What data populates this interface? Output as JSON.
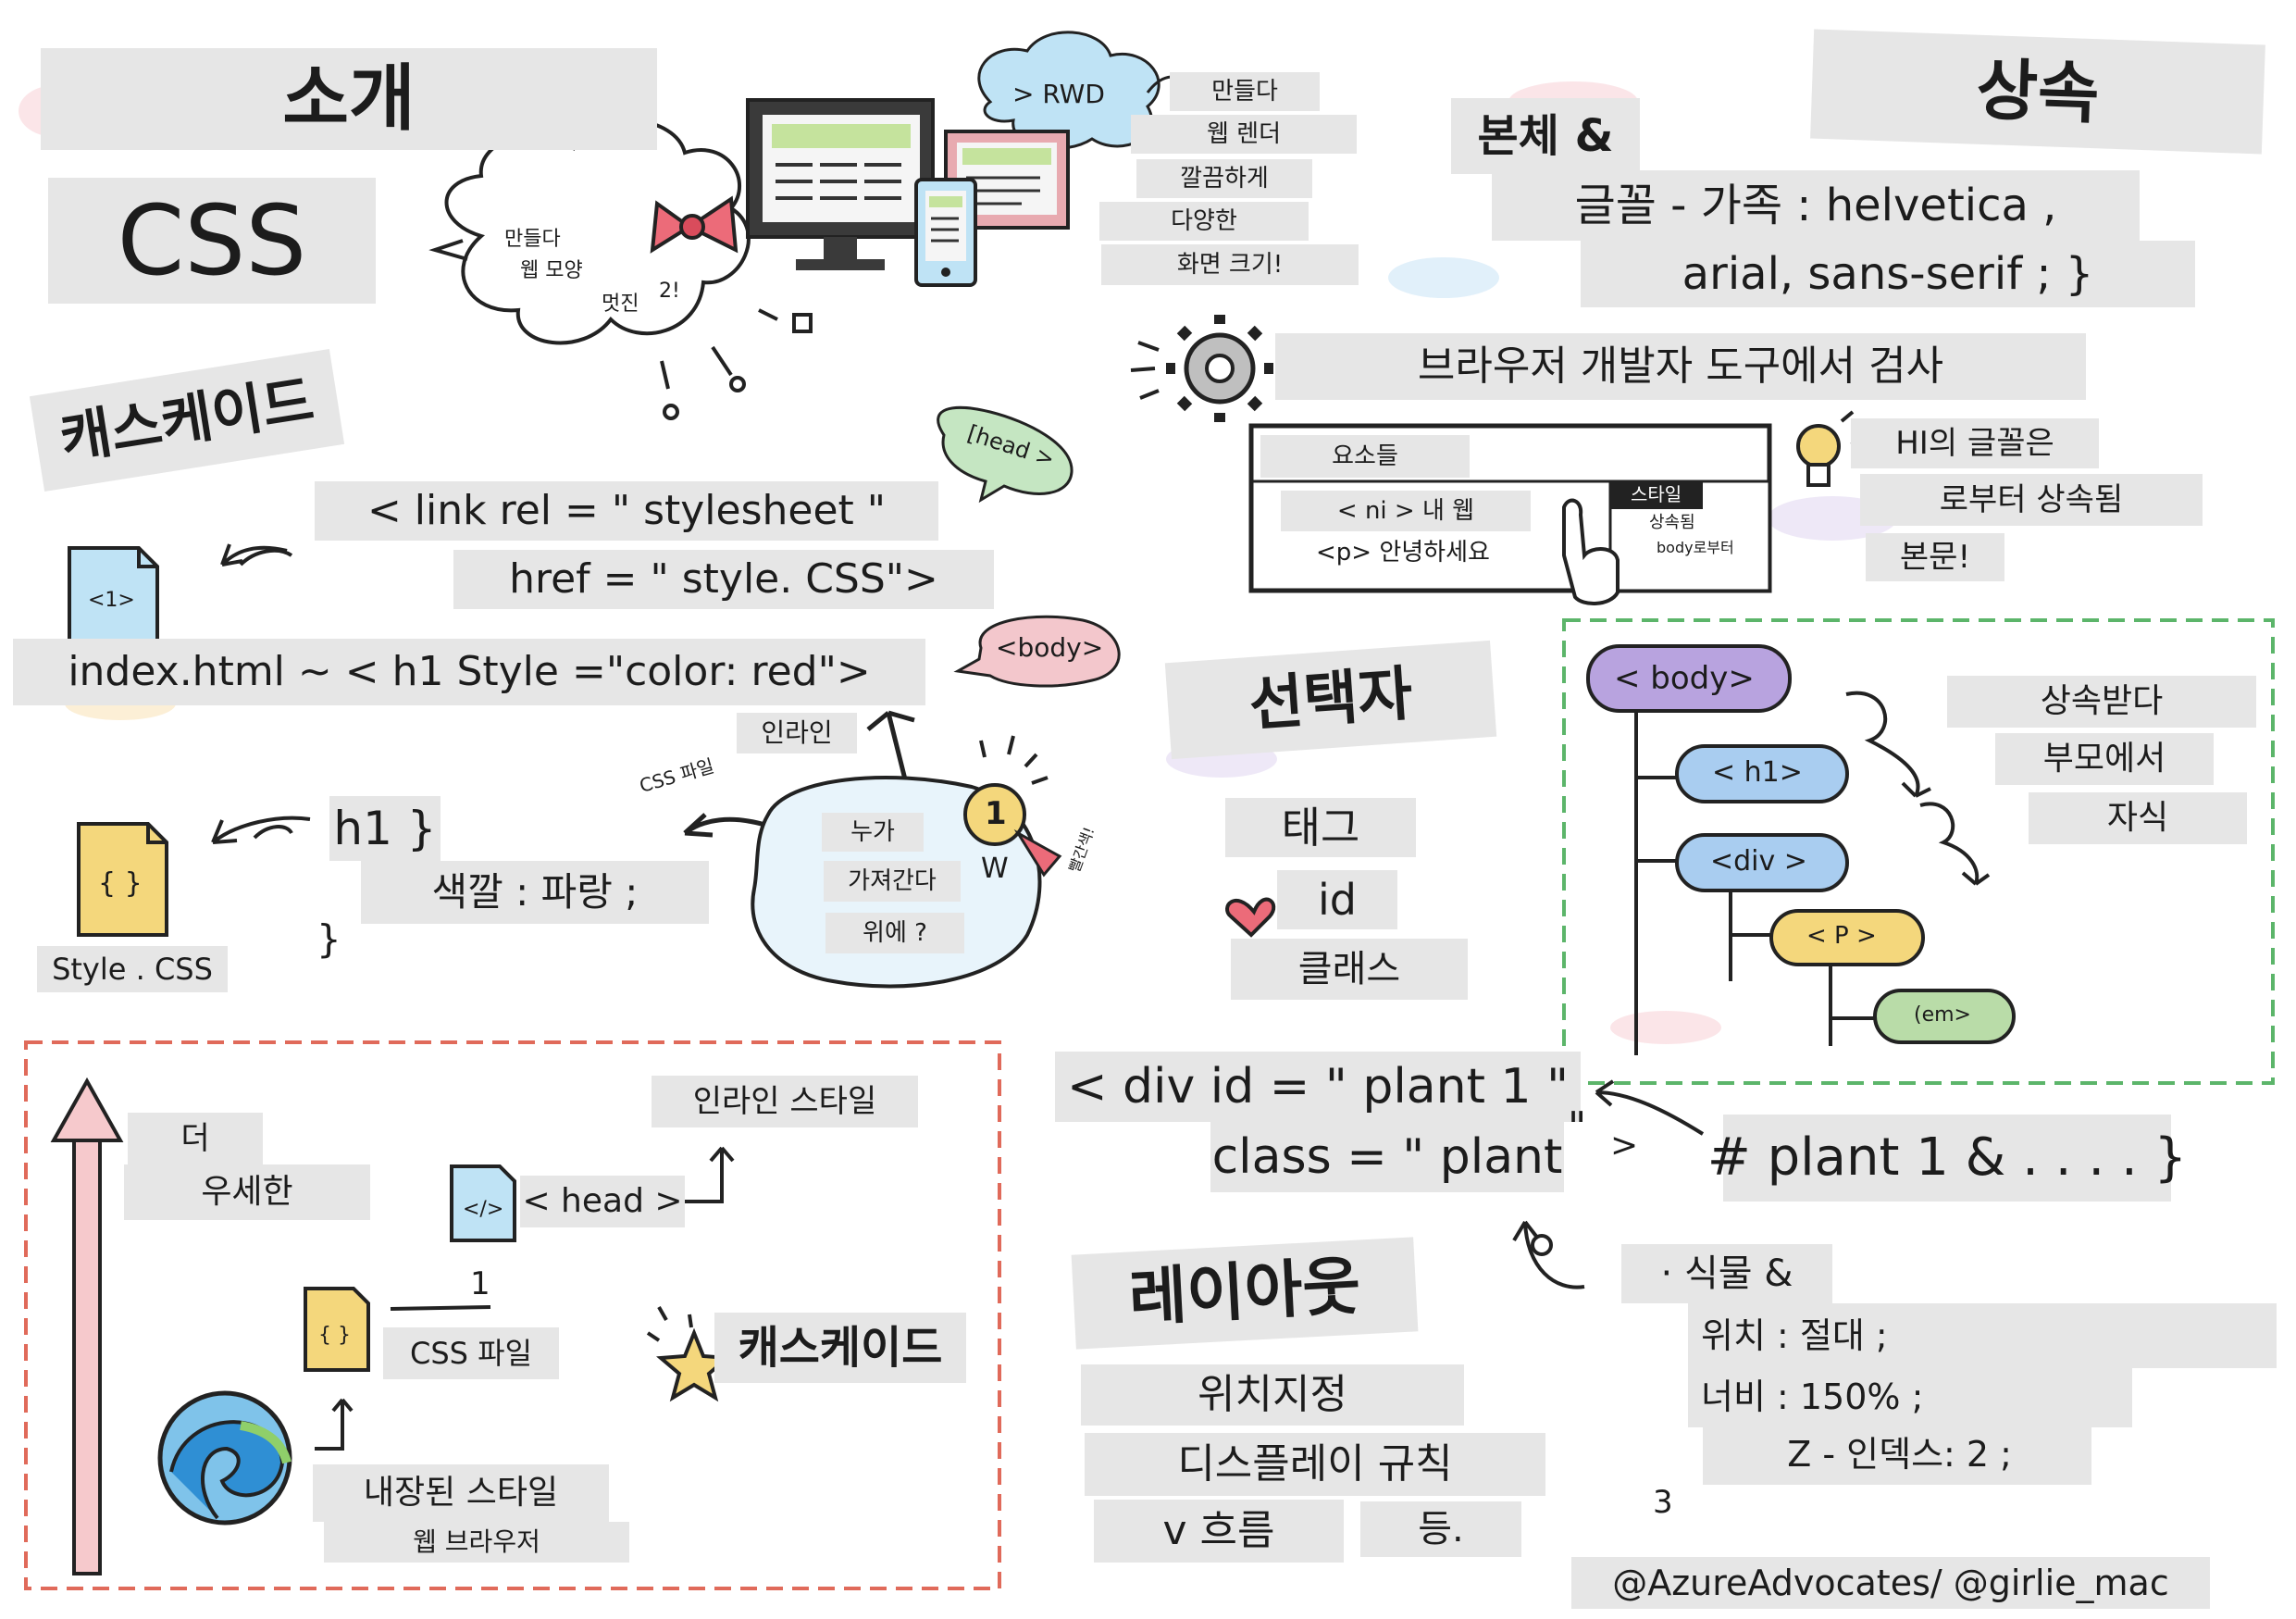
{
  "colors": {
    "tape": "#e6e6e6",
    "intro_frame": "#e06a5a",
    "inherit_frame": "#5cb56a",
    "arrow_fill": "#f6c9cc",
    "body_node": "#b8a3df",
    "h1_node": "#a9cdf0",
    "div_node": "#a9cdf0",
    "p_node": "#f4d77c",
    "em_node": "#b9dca8",
    "bow": "#ec6b79",
    "cloud": "#bfe3f5",
    "screen": "#c5e39d"
  },
  "icons": [
    "file-icon",
    "css-file-icon",
    "html-file-icon",
    "gear-icon",
    "lightbulb-icon",
    "browser-logo-icon",
    "star-icon",
    "heart-icon",
    "medal-icon",
    "bow-icon",
    "monitor-icon",
    "phone-icon",
    "pointing-hand-icon",
    "arrow-icon"
  ],
  "intro": {
    "title": "소개",
    "subtitle": "CSS",
    "cloud_lines": [
      "만들다",
      "웹 모양",
      "멋진",
      "2!"
    ],
    "rwd_tag": "> RWD",
    "rwd_lines": [
      "만들다",
      "웹 렌더",
      "깔끔하게",
      "다양한",
      "화면 크기!"
    ]
  },
  "cascade": {
    "title": "캐스케이드",
    "head_bubble": "[head >",
    "link_line1": "< link rel = \" stylesheet \"",
    "link_line2": "href = \" style. CSS\">",
    "file_badge": "<1>",
    "index_line": "index.html ~ < h1 Style =\"color: red\">",
    "body_bubble": "<body>",
    "inline_label": "인라인",
    "css_file_label": "CSS 파일",
    "who_wins": [
      "누가",
      "가져간다",
      "위에 ?"
    ],
    "medal_number": "1",
    "winner_letter": "W",
    "ribbon_text": "빨간색!",
    "h1_rule": "h1 }",
    "color_rule": "색깔 : 파랑 ;",
    "close_brace": "}",
    "css_icon": "{ }",
    "style_file": "Style . CSS"
  },
  "specificity": {
    "more": "더",
    "specific": "우세한",
    "inline_style": "인라인 스타일",
    "head": "< head >",
    "number_one": "1",
    "css_file": "CSS 파일",
    "cascade": "캐스케이드",
    "embedded_style": "내장된 스타일",
    "web_browser": "웹 브라우저",
    "html_icon": "</>",
    "css_icon": "{ }"
  },
  "inheritance": {
    "title": "상속",
    "body_and": "본체 &",
    "font_line1": "글꼴 - 가족 : helvetica ,",
    "font_line2": "arial, sans-serif ; }",
    "devtools": "브라우저 개발자 도구에서 검사",
    "panel_elements": "요소들",
    "panel_h1": "< ni > 내 웹",
    "panel_p": "<p> 안녕하세요",
    "panel_style": "스타일",
    "panel_inherited": "상속됨",
    "panel_from_body": "body로부터",
    "h1_font": [
      "HI의 글꼴은",
      "로부터 상속됨",
      "본문!"
    ],
    "tree_body": "< body>",
    "tree_h1": "< h1>",
    "tree_div": "<div >",
    "tree_p": "< P >",
    "tree_em": "(em>",
    "inherit_lines": [
      "상속받다",
      "부모에서",
      "자식"
    ]
  },
  "selectors": {
    "title": "선택자",
    "tag": "태그",
    "id": "id",
    "class": "클래스",
    "div_line1": "< div id = \" plant 1 \"",
    "div_line2": "class = \" plant",
    "quote_mark": "\"",
    "gt": ">",
    "plant_rule": "# plant 1 & . . . . }",
    "plant_and": "· 식물 &",
    "position": "위치 : 절대 ;",
    "width": "너비 : 150% ;",
    "zindex": "Z - 인덱스: 2 ;",
    "number_three": "3"
  },
  "layout": {
    "title": "레이아웃",
    "items": [
      "위치지정",
      "디스플레이 규칙",
      "v 흐름",
      "등."
    ]
  },
  "credit": "@AzureAdvocates/ @girlie_mac"
}
